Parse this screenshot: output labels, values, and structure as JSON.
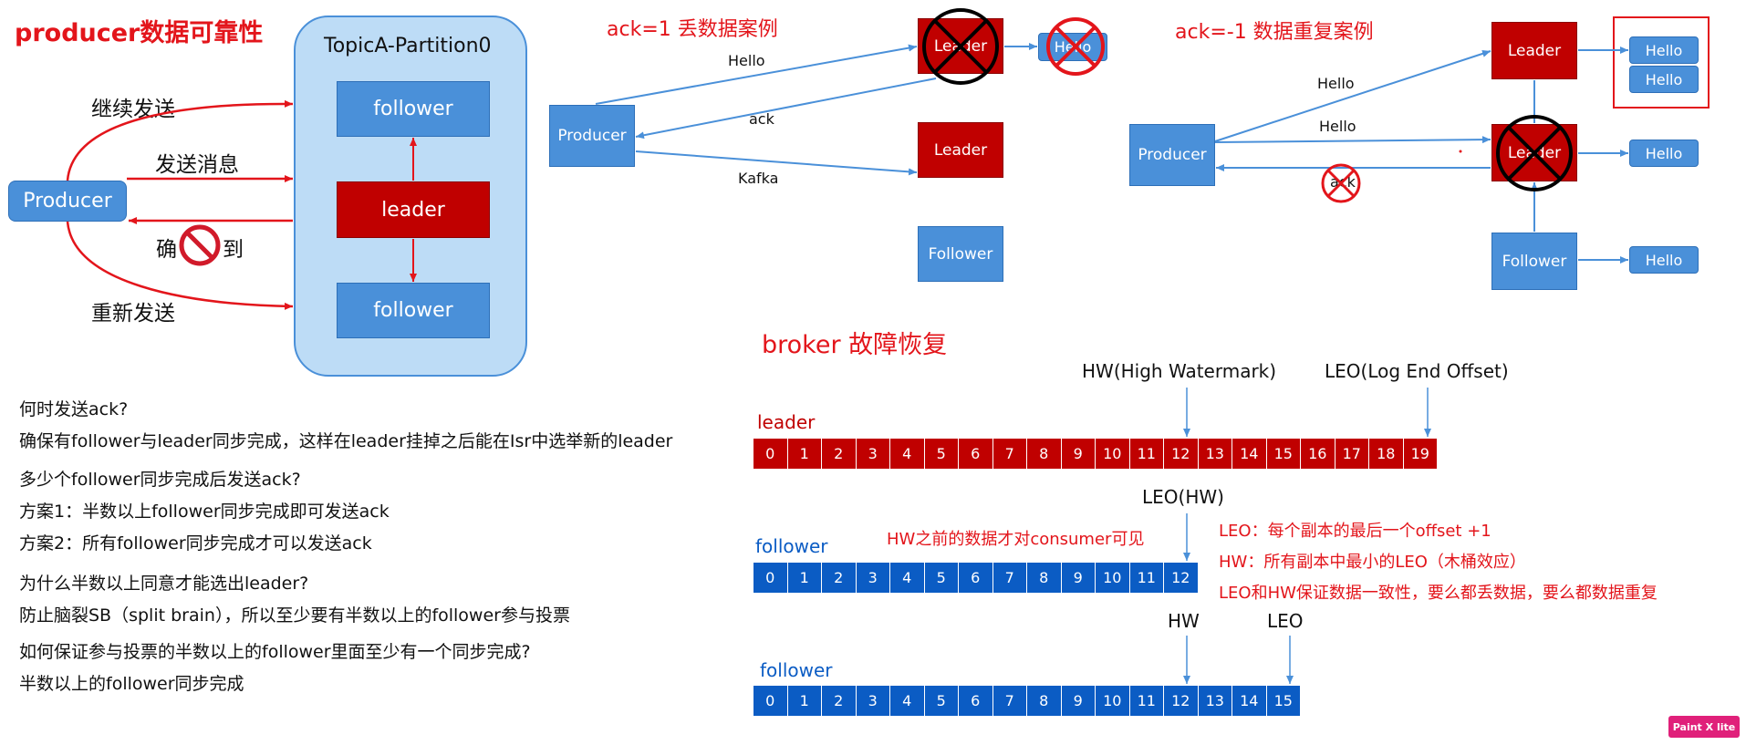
{
  "left": {
    "title": "producer数据可靠性",
    "partition_title": "TopicA-Partition0",
    "producer_label": "Producer",
    "follower1": "follower",
    "leader": "leader",
    "follower2": "follower",
    "arrow_continue": "继续发送",
    "arrow_send": "发送消息",
    "arrow_confirm_a": "确",
    "arrow_confirm_b": "到",
    "arrow_resend": "重新发送"
  },
  "notes": [
    "何时发送ack?",
    "确保有follower与leader同步完成，这样在leader挂掉之后能在Isr中选举新的leader",
    "多少个follower同步完成后发送ack?",
    "方案1：半数以上follower同步完成即可发送ack",
    "方案2：所有follower同步完成才可以发送ack",
    "为什么半数以上同意才能选出leader?",
    "防止脑裂SB（split brain），所以至少要有半数以上的follower参与投票",
    "如何保证参与投票的半数以上的follower里面至少有一个同步完成?",
    "半数以上的follower同步完成"
  ],
  "ack1": {
    "title": "ack=1 丢数据案例",
    "producer": "Producer",
    "leader_crossed": "Leader",
    "hello_crossed": "Hello",
    "leader2": "Leader",
    "follower": "Follower",
    "label_hello": "Hello",
    "label_ack": "ack",
    "label_kafka": "Kafka"
  },
  "ackm1": {
    "title": "ack=-1 数据重复案例",
    "producer": "Producer",
    "leader_top": "Leader",
    "leader_crossed": "Leader",
    "follower": "Follower",
    "label_hello1": "Hello",
    "label_hello2": "Hello",
    "label_ack": "ack",
    "hello_boxes": [
      "Hello",
      "Hello",
      "Hello",
      "Hello"
    ]
  },
  "broker": {
    "title": "broker 故障恢复",
    "hw_label": "HW(High Watermark)",
    "leo_label": "LEO(Log End Offset)",
    "leader_label": "leader",
    "leader_cells": [
      "0",
      "1",
      "2",
      "3",
      "4",
      "5",
      "6",
      "7",
      "8",
      "9",
      "10",
      "11",
      "12",
      "13",
      "14",
      "15",
      "16",
      "17",
      "18",
      "19"
    ],
    "leo_hw_label": "LEO(HW)",
    "visible_note": "HW之前的数据才对consumer可见",
    "follower1_label": "follower",
    "follower1_cells": [
      "0",
      "1",
      "2",
      "3",
      "4",
      "5",
      "6",
      "7",
      "8",
      "9",
      "10",
      "11",
      "12"
    ],
    "def_leo": "LEO：每个副本的最后一个offset +1",
    "def_hw": "HW：所有副本中最小的LEO（木桶效应）",
    "def_consistency": "LEO和HW保证数据一致性，要么都丢数据，要么都数据重复",
    "hw2_label": "HW",
    "leo2_label": "LEO",
    "follower2_label": "follower",
    "follower2_cells": [
      "0",
      "1",
      "2",
      "3",
      "4",
      "5",
      "6",
      "7",
      "8",
      "9",
      "10",
      "11",
      "12",
      "13",
      "14",
      "15"
    ]
  },
  "watermark": "Paint X lite",
  "colors": {
    "red": "#c00000",
    "blue": "#4a90d9",
    "dark_blue": "#0b5cc4",
    "title_red": "#e3151b",
    "partition_bg": "#bddcf6"
  }
}
